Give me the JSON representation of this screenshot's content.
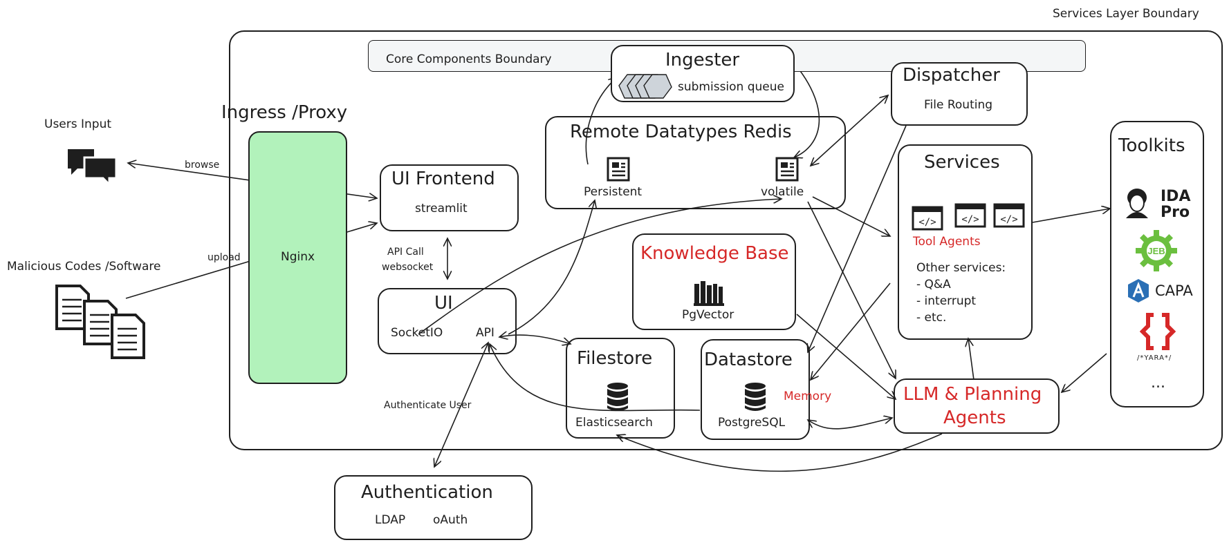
{
  "boundaries": {
    "services_layer": "Services Layer Boundary",
    "core_components": "Core Components Boundary"
  },
  "ingress": {
    "title": "Ingress /Proxy",
    "nginx": "Nginx"
  },
  "users_input": "Users Input",
  "malicious": "Malicious Codes /Software",
  "edges": {
    "browse": "browse",
    "upload": "upload",
    "api_call": "API Call",
    "websocket": "websocket",
    "authenticate": "Authenticate User"
  },
  "ui_frontend": {
    "title": "UI Frontend",
    "sub": "streamlit"
  },
  "ui": {
    "title": "UI",
    "socketio": "SocketIO",
    "api": "API"
  },
  "ingester": {
    "title": "Ingester",
    "sub": "submission queue"
  },
  "redis": {
    "title": "Remote Datatypes Redis",
    "persistent": "Persistent",
    "volatile": "volatile"
  },
  "dispatcher": {
    "title": "Dispatcher",
    "sub": "File Routing"
  },
  "knowledge": {
    "title": "Knowledge Base",
    "sub": "PgVector"
  },
  "filestore": {
    "title": "Filestore",
    "sub": "Elasticsearch"
  },
  "datastore": {
    "title": "Datastore",
    "sub": "PostgreSQL",
    "memory": "Memory"
  },
  "services": {
    "title": "Services",
    "tool_agents": "Tool Agents",
    "other_head": "Other services:",
    "other_items": [
      "- Q&A",
      "- interrupt",
      "- etc."
    ]
  },
  "llm": {
    "line1": "LLM & Planning",
    "line2": "Agents"
  },
  "toolkits": {
    "title": "Toolkits",
    "ida_line1": "IDA",
    "ida_line2": "Pro",
    "jeb": "JEB",
    "capa": "CAPA",
    "yara": "/*YARA*/",
    "more": "..."
  },
  "authentication": {
    "title": "Authentication",
    "ldap": "LDAP",
    "oauth": "oAuth"
  },
  "colors": {
    "nginx_fill": "#b2f2bb",
    "accent_red": "#d62828",
    "ink": "#1e1e1e"
  }
}
